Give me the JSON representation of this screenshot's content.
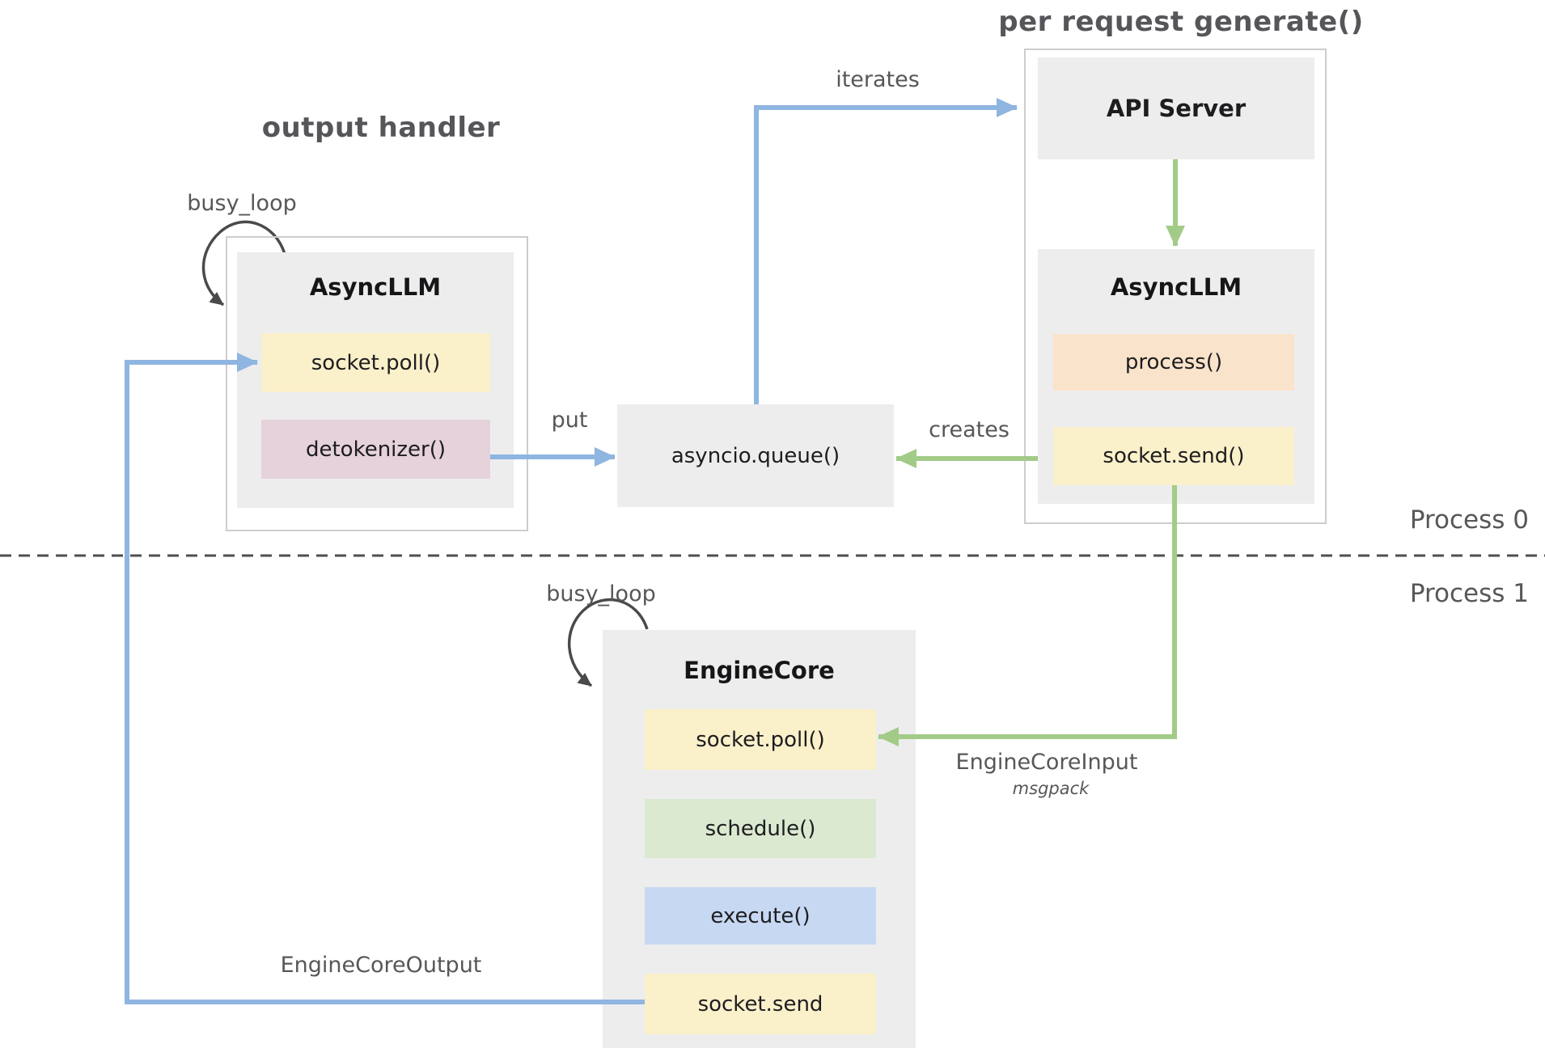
{
  "diagram": {
    "process_labels": {
      "process0": "Process 0",
      "process1": "Process 1"
    },
    "output_handler": {
      "title": "output handler",
      "busy_loop_label": "busy_loop",
      "box_title": "AsyncLLM",
      "methods": [
        "socket.poll()",
        "detokenizer()"
      ]
    },
    "per_request": {
      "title": "per request generate()",
      "api_server_title": "API Server",
      "async_llm_title": "AsyncLLM",
      "methods": [
        "process()",
        "socket.send()"
      ]
    },
    "queue": {
      "label": "asyncio.queue()"
    },
    "engine_core": {
      "busy_loop_label": "busy_loop",
      "box_title": "EngineCore",
      "methods": [
        "socket.poll()",
        "schedule()",
        "execute()",
        "socket.send"
      ]
    },
    "edges": {
      "iterates": "iterates",
      "put": "put",
      "creates": "creates",
      "engine_core_input": "EngineCoreInput",
      "engine_core_input_sub": "msgpack",
      "engine_core_output": "EngineCoreOutput"
    },
    "colors": {
      "box_gray": "#ededee",
      "border_gray": "#cdcdcd",
      "yellow": "#faf0ca",
      "pink": "#e6d2db",
      "peach": "#fae3cb",
      "green_fill": "#dbe9d0",
      "blue_fill": "#c7d8f3",
      "arrow_blue": "#8fb5e1",
      "arrow_green": "#a2cb88",
      "loop_arrow_dark": "#4a4a4a",
      "dashed_line": "#4f4f4f",
      "text_dark": "#1d1d1f",
      "text_gray": "#57575a"
    }
  }
}
